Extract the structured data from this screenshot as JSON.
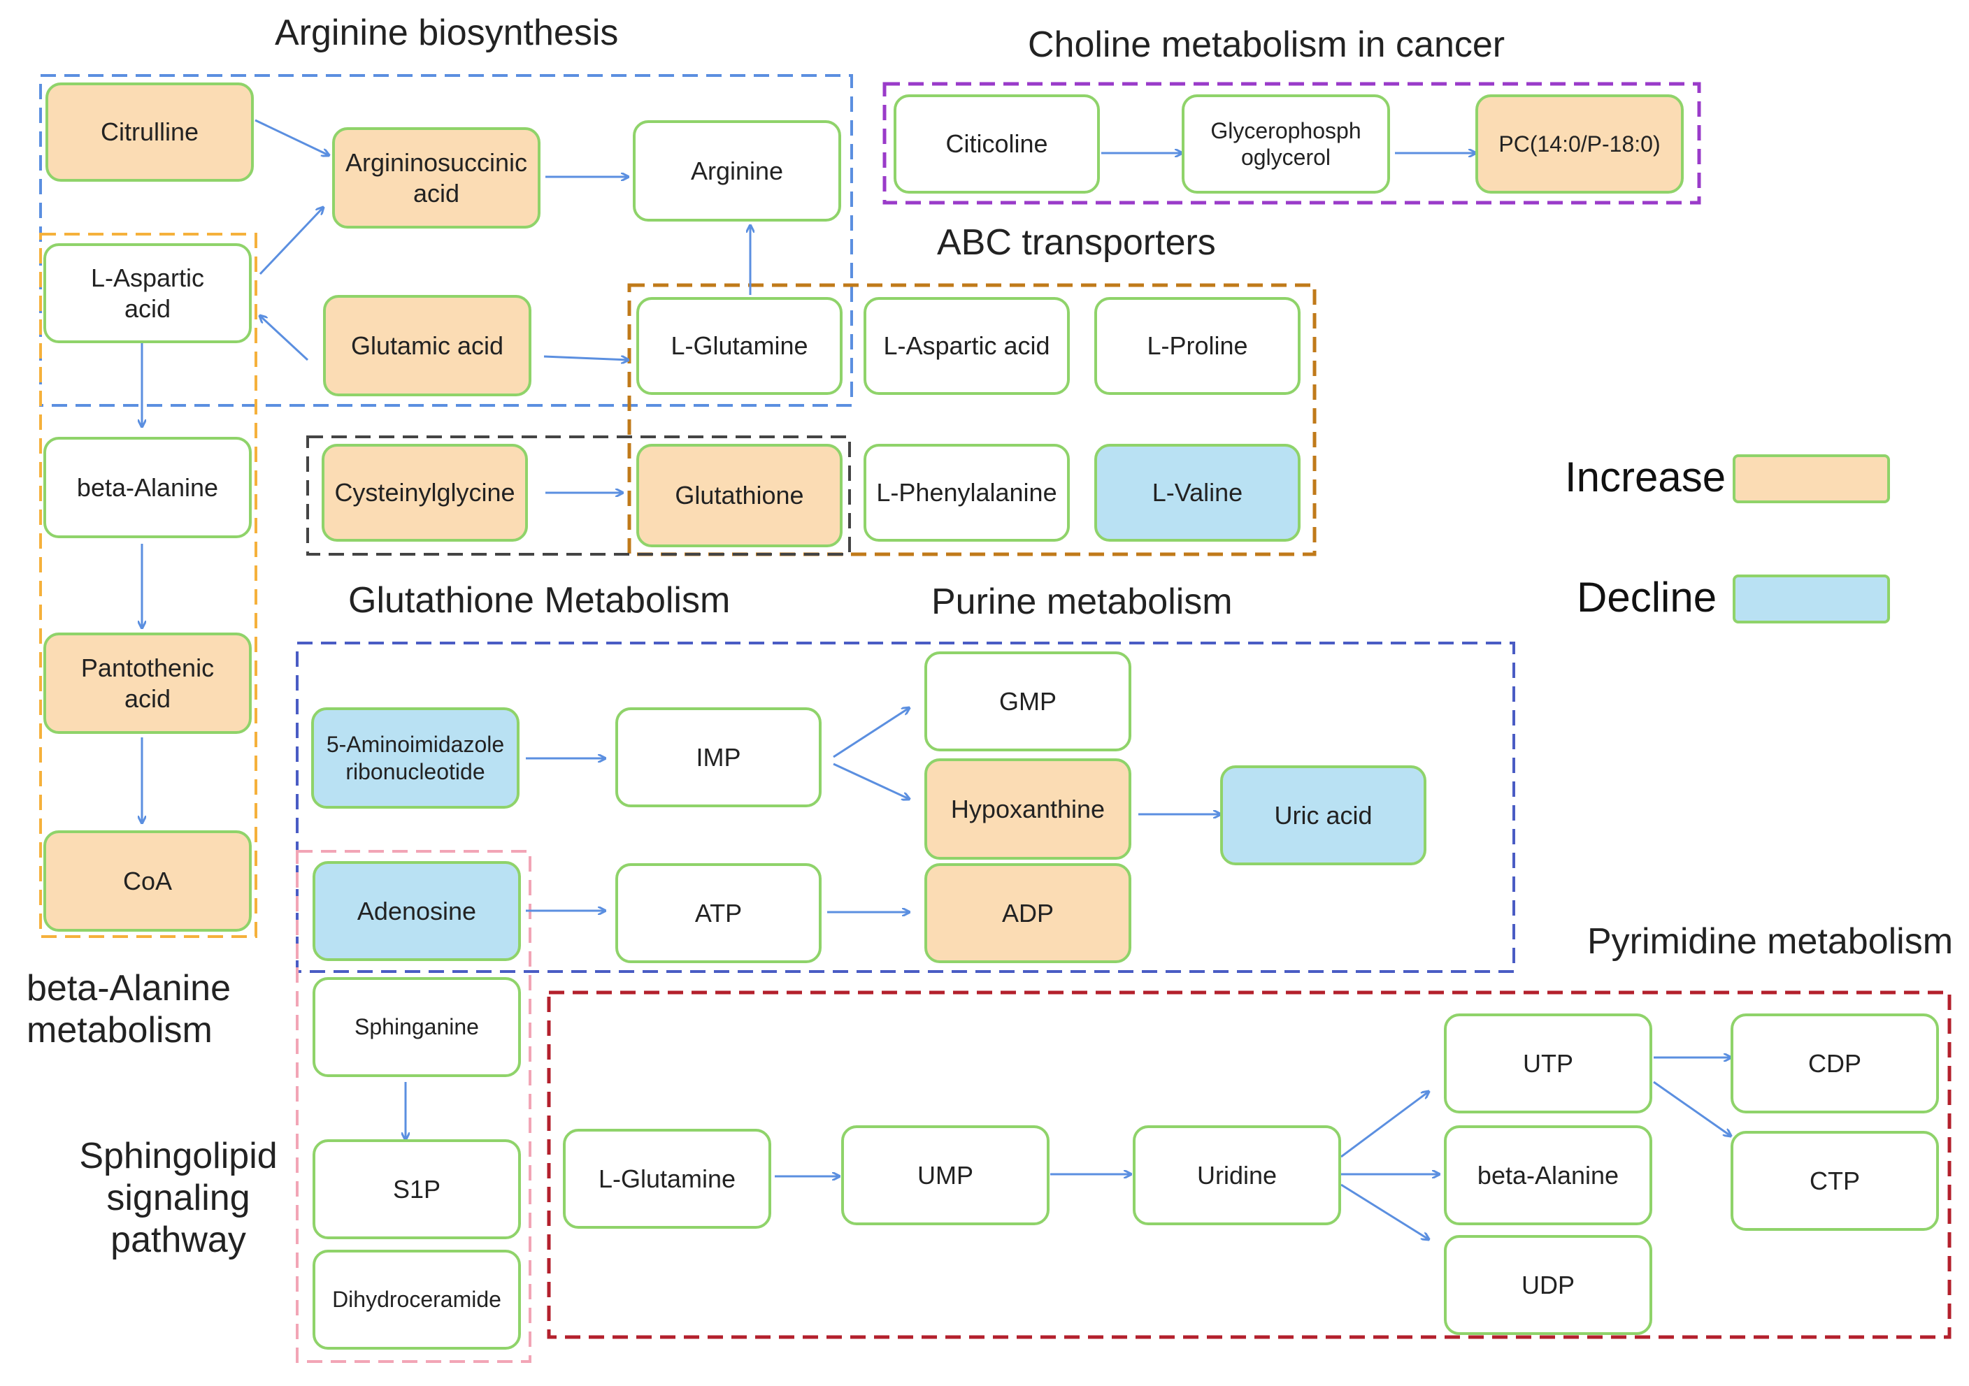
{
  "colors": {
    "increase": "#fbdcb4",
    "decline": "#b9e1f3",
    "neutral": "#ffffff",
    "node_border": "#8fd36a",
    "arrow": "#5b8fe0"
  },
  "legend": {
    "increase_label": "Increase",
    "decline_label": "Decline"
  },
  "pathways": {
    "arginine": "Arginine biosynthesis",
    "choline": "Choline metabolism in cancer",
    "abc": "ABC transporters",
    "glutathione": "Glutathione Metabolism",
    "purine": "Purine metabolism",
    "pyrimidine": "Pyrimidine metabolism",
    "beta_alanine": "beta-Alanine\nmetabolism",
    "sphingolipid": "Sphingolipid\nsignaling\npathway"
  },
  "nodes": {
    "citrulline": "Citrulline",
    "argininosuccinic": "Argininosuccinic\nacid",
    "arginine": "Arginine",
    "l_aspartic_left": "L-Aspartic\nacid",
    "glutamic": "Glutamic acid",
    "l_glutamine_abc": "L-Glutamine",
    "l_aspartic_abc": "L-Aspartic acid",
    "l_proline": "L-Proline",
    "citicoline": "Citicoline",
    "glycerophosphoglycerol": "Glycerophosph\noglycerol",
    "pc": "PC(14:0/P-18:0)",
    "beta_alanine_left": "beta-Alanine",
    "cysteinylglycine": "Cysteinylglycine",
    "glutathione": "Glutathione",
    "l_phenylalanine": "L-Phenylalanine",
    "l_valine": "L-Valine",
    "pantothenic": "Pantothenic\nacid",
    "coa": "CoA",
    "aminoimidazole": "5-Aminoimidazole\nribonucleotide",
    "imp": "IMP",
    "gmp": "GMP",
    "hypoxanthine": "Hypoxanthine",
    "uric_acid": "Uric acid",
    "adenosine": "Adenosine",
    "atp": "ATP",
    "adp": "ADP",
    "sphinganine": "Sphinganine",
    "s1p": "S1P",
    "dihydroceramide": "Dihydroceramide",
    "l_glutamine_pyr": "L-Glutamine",
    "ump": "UMP",
    "uridine": "Uridine",
    "utp": "UTP",
    "beta_alanine_pyr": "beta-Alanine",
    "udp": "UDP",
    "cdp": "CDP",
    "ctp": "CTP"
  }
}
